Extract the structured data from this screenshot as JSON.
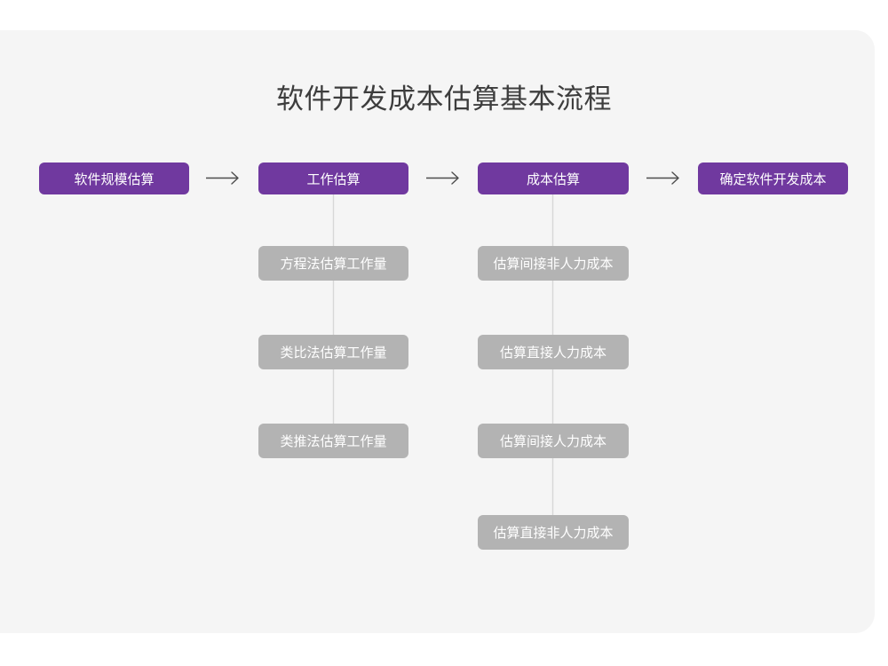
{
  "page": {
    "background_color": "#ffffff",
    "panel_color": "#f5f5f5"
  },
  "diagram": {
    "type": "flowchart",
    "title": "软件开发成本估算基本流程",
    "title_color": "#3d3d3d",
    "primary_color": "#70399f",
    "secondary_color": "#b3b3b3",
    "connector_color": "#d7d7d7",
    "arrow_color": "#4d4d4d",
    "main_flow": [
      {
        "label": "软件规模估算"
      },
      {
        "label": "工作估算"
      },
      {
        "label": "成本估算"
      },
      {
        "label": "确定软件开发成本"
      }
    ],
    "arrows": [
      {
        "name": "arrow-1",
        "glyph": "→"
      },
      {
        "name": "arrow-2",
        "glyph": "→"
      },
      {
        "name": "arrow-3",
        "glyph": "→"
      }
    ],
    "branches": [
      {
        "parent": "工作估算",
        "items": [
          {
            "label": "方程法估算工作量"
          },
          {
            "label": "类比法估算工作量"
          },
          {
            "label": "类推法估算工作量"
          }
        ]
      },
      {
        "parent": "成本估算",
        "items": [
          {
            "label": "估算间接非人力成本"
          },
          {
            "label": "估算直接人力成本"
          },
          {
            "label": "估算间接人力成本"
          },
          {
            "label": "估算直接非人力成本"
          }
        ]
      }
    ]
  }
}
